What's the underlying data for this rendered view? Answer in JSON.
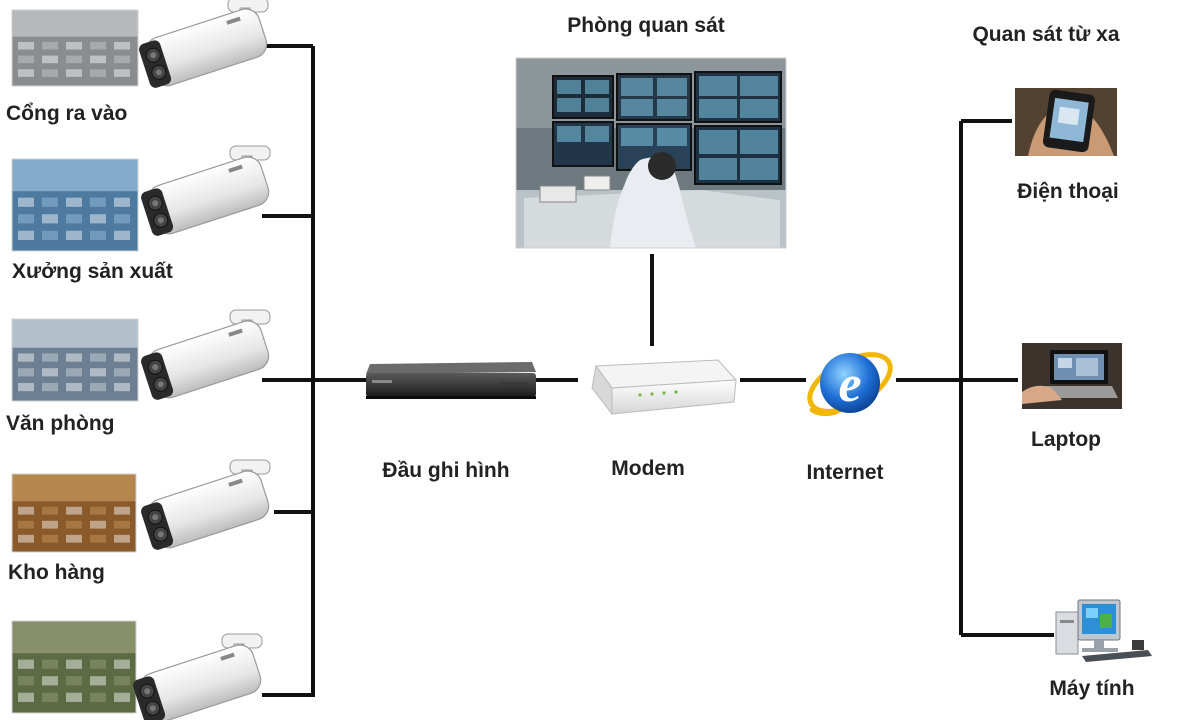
{
  "colors": {
    "line": "#111111",
    "label": "#222222",
    "ie_blue": "#1e6fd6",
    "ie_ring": "#f2b705"
  },
  "sites": [
    {
      "label": "Cổng ra vào",
      "photo_icon": "turnstile-gate-photo",
      "camera_icon": "bullet-camera-icon"
    },
    {
      "label": "Xưởng sản xuất",
      "photo_icon": "factory-floor-photo",
      "camera_icon": "bullet-camera-icon"
    },
    {
      "label": "Văn phòng",
      "photo_icon": "office-photo",
      "camera_icon": "bullet-camera-icon"
    },
    {
      "label": "Kho hàng",
      "photo_icon": "warehouse-photo",
      "camera_icon": "bullet-camera-icon"
    },
    {
      "label": "",
      "photo_icon": "parking-lot-photo",
      "camera_icon": "bullet-camera-icon"
    }
  ],
  "recorder": {
    "label": "Đầu ghi hình",
    "icon": "dvr-recorder-icon"
  },
  "modem": {
    "label": "Modem",
    "icon": "modem-icon"
  },
  "monitoring_room": {
    "label": "Phòng quan sát",
    "icon": "monitoring-room-photo"
  },
  "internet": {
    "label": "Internet",
    "icon": "internet-explorer-icon"
  },
  "remote": {
    "label": "Quan sát từ xa",
    "devices": [
      {
        "label": "Điện thoại",
        "icon": "smartphone-icon"
      },
      {
        "label": "Laptop",
        "icon": "laptop-icon"
      },
      {
        "label": "Máy tính",
        "icon": "desktop-computer-icon"
      }
    ]
  }
}
